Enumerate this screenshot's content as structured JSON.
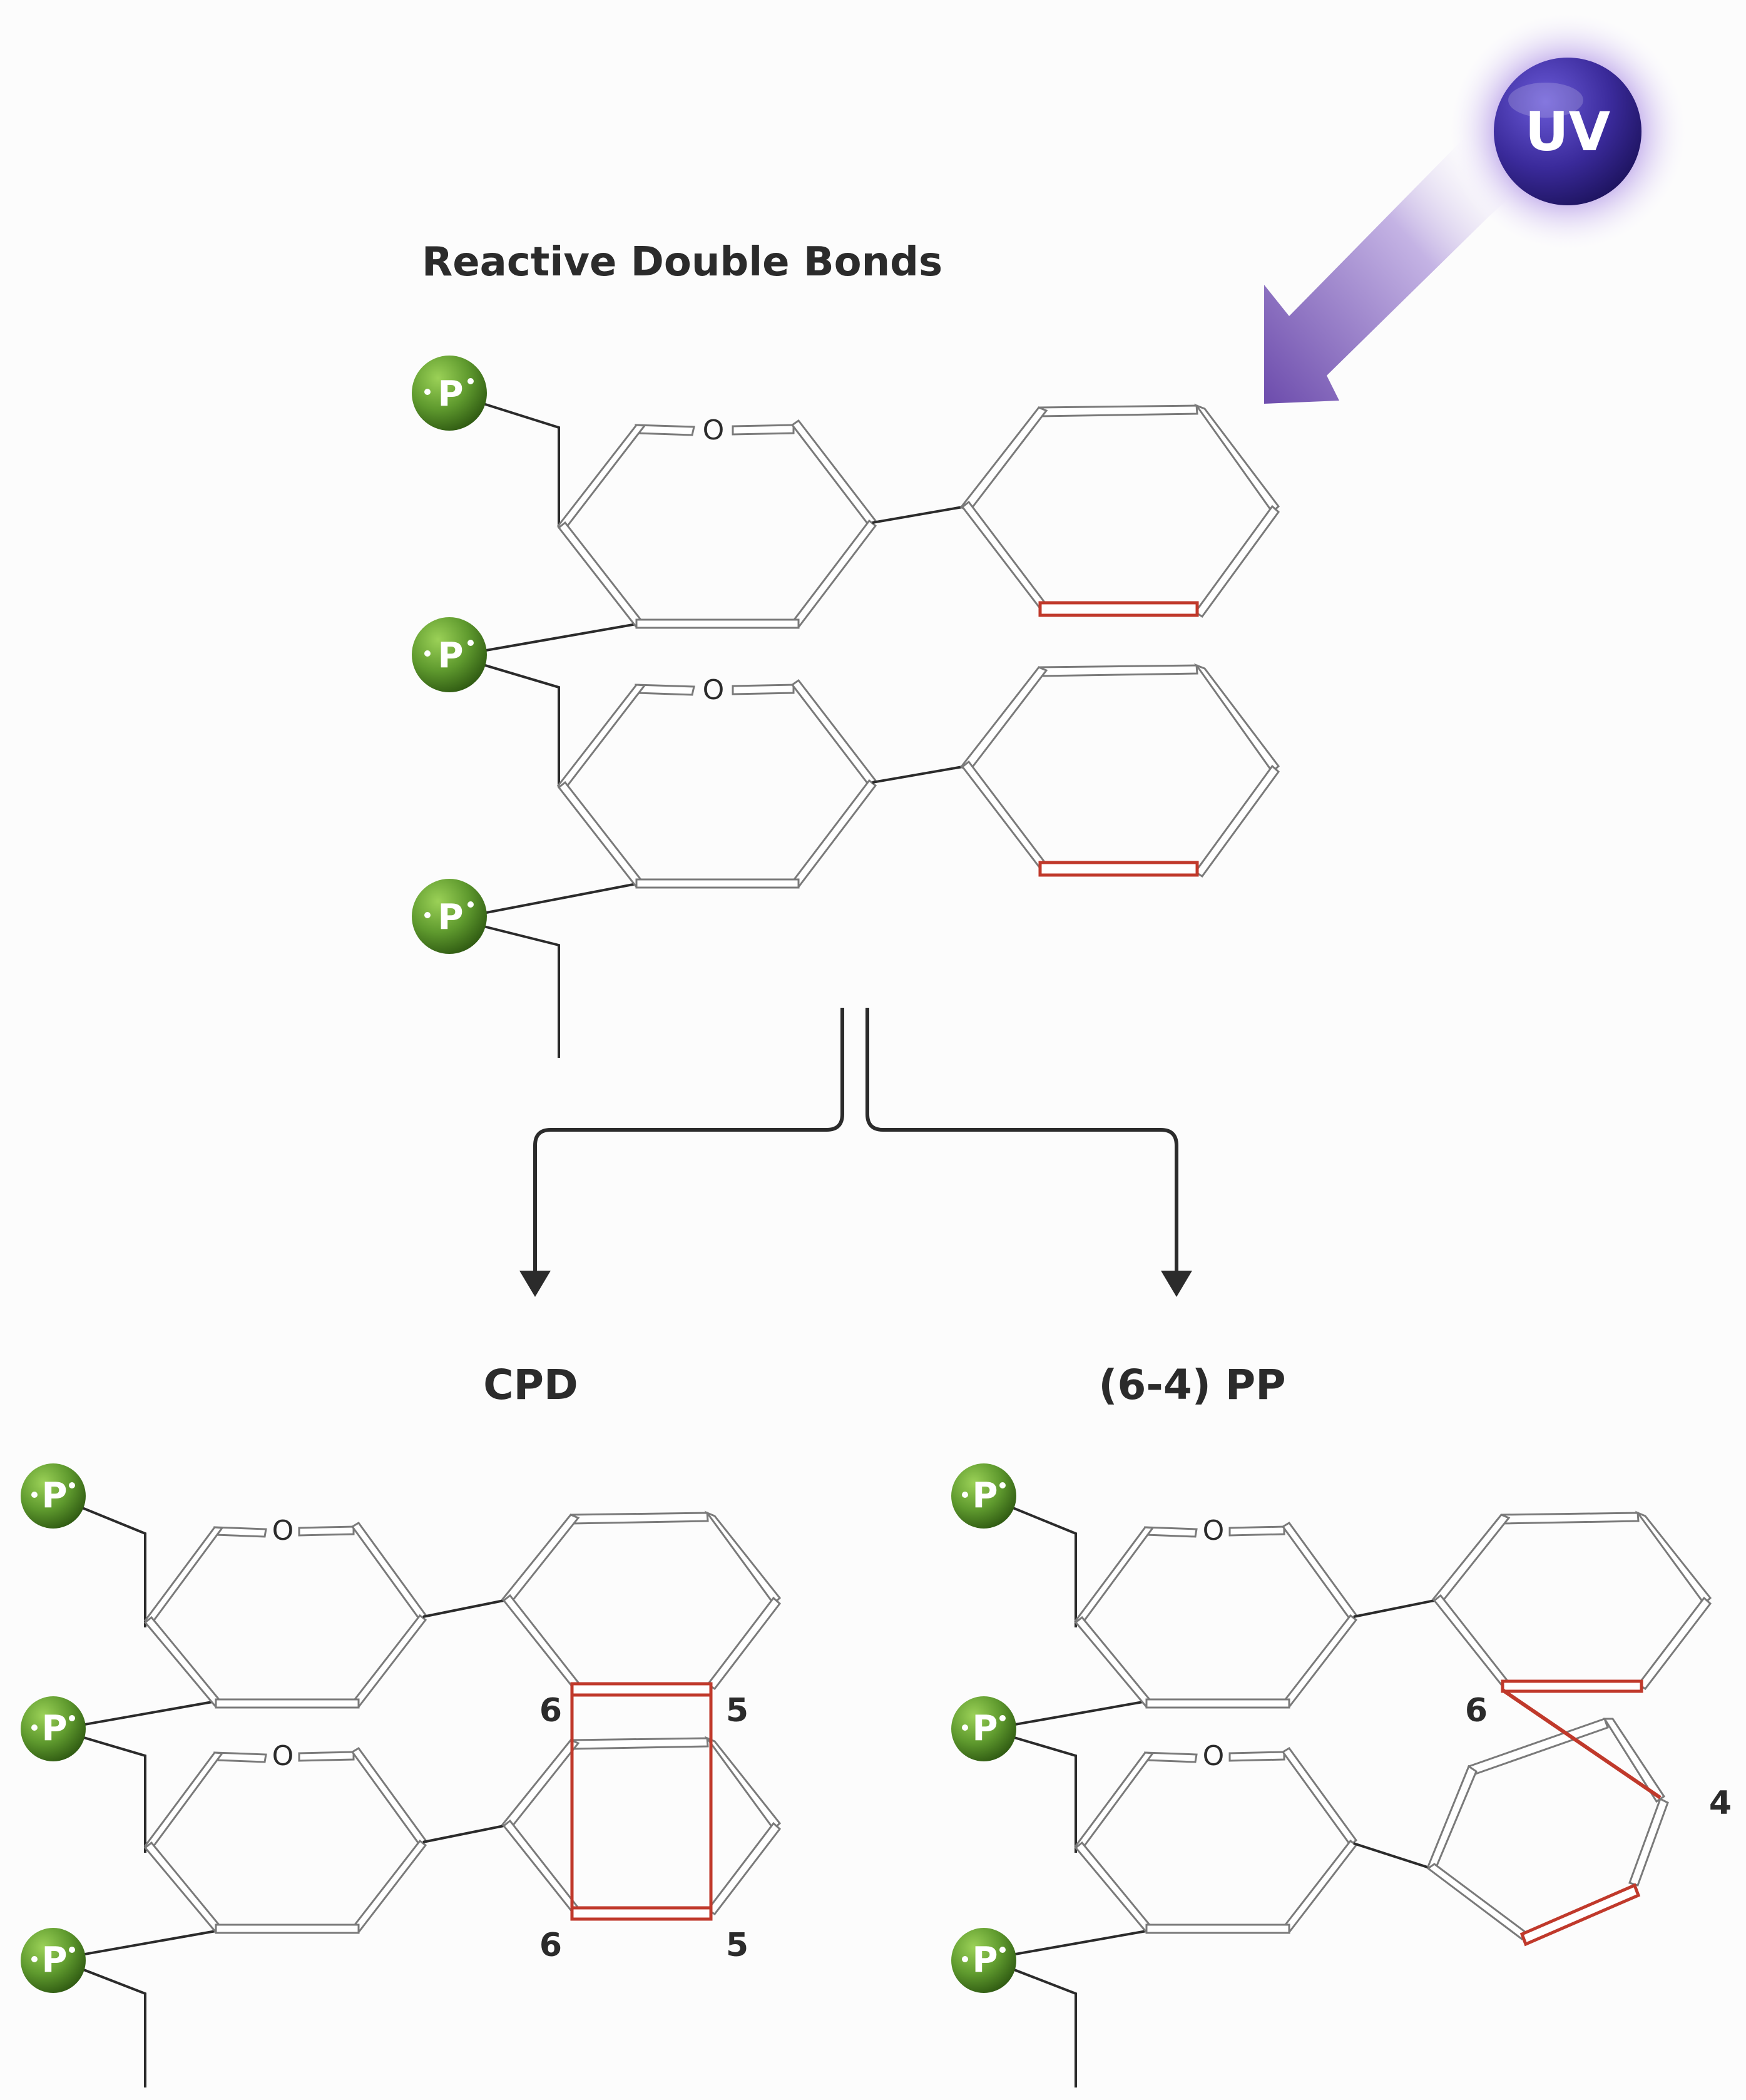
{
  "labels": {
    "title": "Reactive Double Bonds",
    "cpd": "CPD",
    "pp64": "(6-4) PP",
    "uv": "UV",
    "phosphate": "P",
    "oxygen": "O",
    "cpd_c6_top": "6",
    "cpd_c5_top": "5",
    "cpd_c6_bottom": "6",
    "cpd_c5_bottom": "5",
    "pp_c6": "6",
    "pp_c4": "4"
  },
  "colors": {
    "background": "#fcfcfc",
    "bond": "#7a7a7a",
    "reactive_bond": "#c0392b",
    "phosphate": "#5f9a2e",
    "uv_sphere": "#3a2a9a",
    "uv_arrow": "#7b5fb5",
    "text": "#2b2b2b"
  },
  "icons": {
    "phosphate": "green-phosphate-sphere",
    "uv": "purple-uv-sphere",
    "uv_arrow": "diagonal-arrow-down-left"
  }
}
